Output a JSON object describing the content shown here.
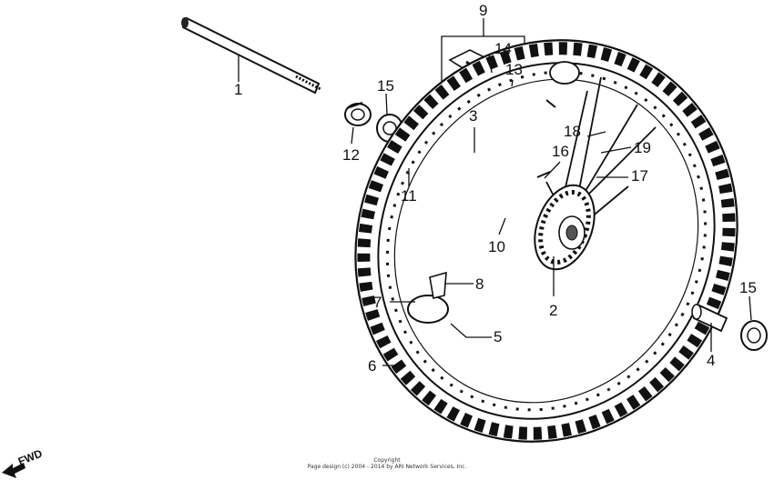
{
  "diagram": {
    "part_labels": [
      "1",
      "2",
      "3",
      "4",
      "5",
      "6",
      "7",
      "8",
      "9",
      "10",
      "11",
      "12",
      "13",
      "14",
      "15",
      "15",
      "16",
      "17",
      "18",
      "19"
    ],
    "fwd_label": "FWD"
  },
  "copyright": {
    "line1": "Copyright",
    "line2": "Page design (c) 2004 - 2014 by ARI Network Services, Inc."
  }
}
